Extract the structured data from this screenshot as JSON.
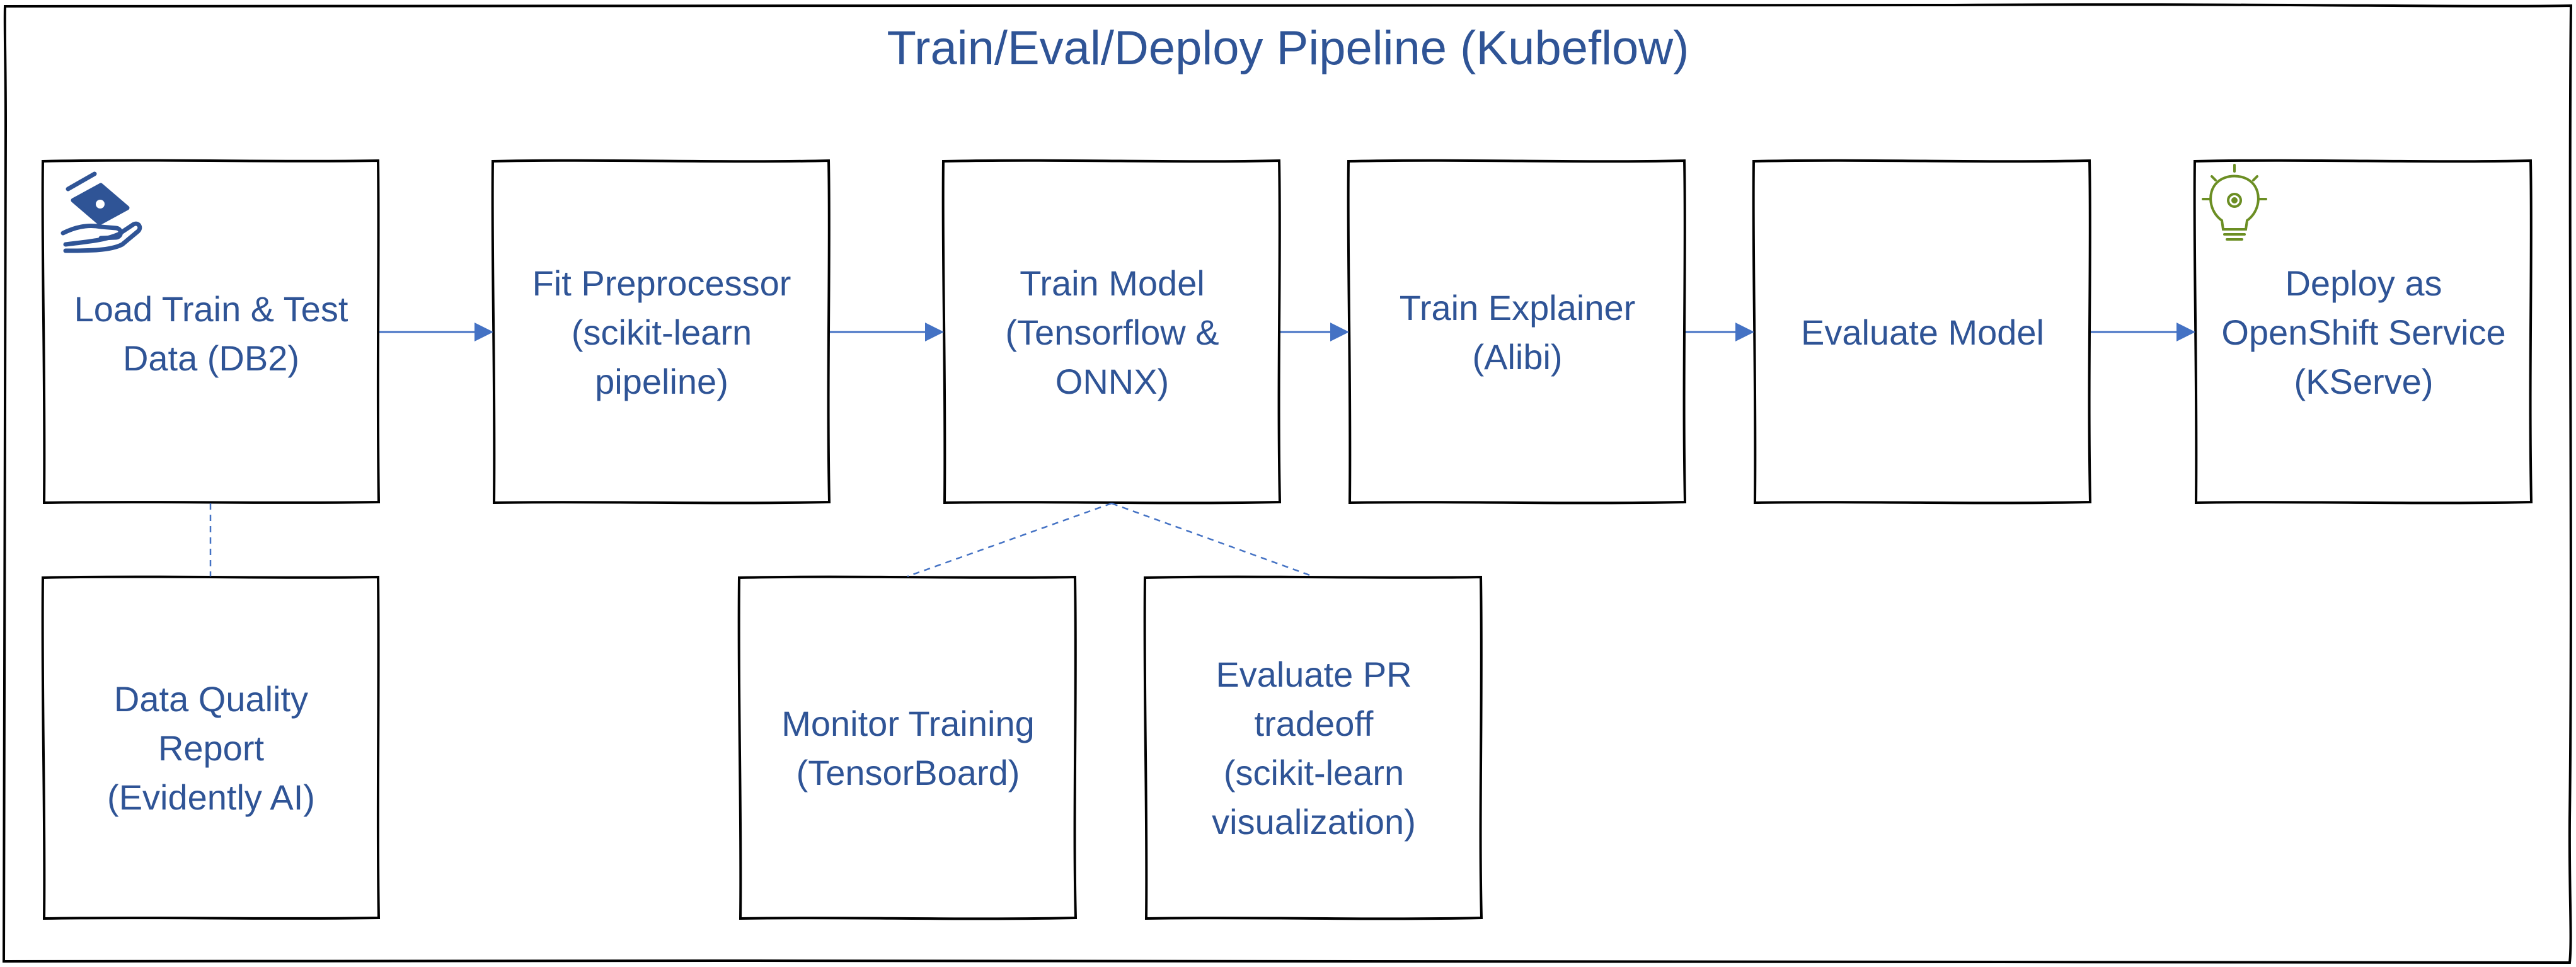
{
  "title": "Train/Eval/Deploy Pipeline (Kubeflow)",
  "colors": {
    "frame": "#000000",
    "text": "#2f5496",
    "arrow": "#4472c4",
    "bulb": "#6b8e23"
  },
  "nodes": {
    "load": "Load Train & Test\nData (DB2)",
    "fit": "Fit Preprocessor\n(scikit-learn\npipeline)",
    "train": "Train Model\n(Tensorflow &\nONNX)",
    "explainer": "Train Explainer\n(Alibi)",
    "evaluate": "Evaluate Model",
    "deploy": "Deploy as\nOpenShift Service\n(KServe)",
    "quality": "Data Quality\nReport\n(Evidently AI)",
    "monitor": "Monitor Training\n(TensorBoard)",
    "pr": "Evaluate PR\ntradeoff\n(scikit-learn\nvisualization)"
  },
  "icons": {
    "load": "hand-holding-money-icon",
    "deploy": "lightbulb-gear-icon"
  }
}
